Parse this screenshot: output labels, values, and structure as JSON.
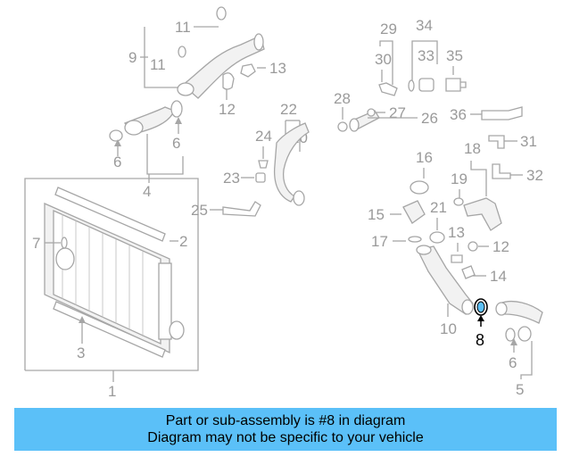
{
  "callouts": {
    "c1": "1",
    "c2": "2",
    "c3": "3",
    "c4": "4",
    "c5": "5",
    "c6a": "6",
    "c6b": "6",
    "c6c": "6",
    "c7": "7",
    "c8": "8",
    "c9": "9",
    "c10": "10",
    "c11a": "11",
    "c11b": "11",
    "c12a": "12",
    "c12b": "12",
    "c13a": "13",
    "c13b": "13",
    "c14": "14",
    "c15": "15",
    "c16": "16",
    "c17": "17",
    "c18": "18",
    "c19": "19",
    "c20": "20",
    "c21": "21",
    "c22": "22",
    "c23": "23",
    "c24": "24",
    "c25": "25",
    "c26": "26",
    "c27": "27",
    "c28": "28",
    "c29": "29",
    "c30": "30",
    "c31": "31",
    "c32": "32",
    "c33": "33",
    "c34": "34",
    "c35": "35",
    "c36": "36"
  },
  "banner": {
    "line1": "Part or sub-assembly is #8 in diagram",
    "line2": "Diagram may not be specific to your vehicle"
  },
  "colors": {
    "banner_bg": "#5bc0f8",
    "line_gray": "#a6a6a6",
    "label_gray": "#9a9a9a",
    "highlight": "#000000"
  }
}
